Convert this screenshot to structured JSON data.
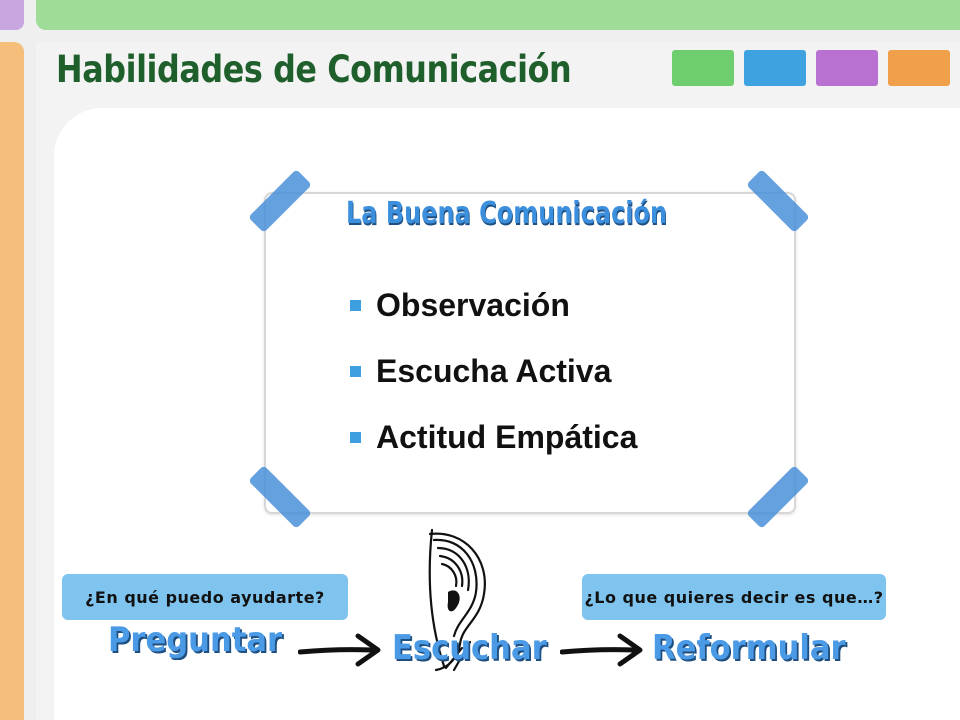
{
  "header": {
    "title": "Habilidades de Comunicación",
    "swatches": [
      {
        "name": "green",
        "color": "#6fcf6f"
      },
      {
        "name": "blue",
        "color": "#3ea2e0"
      },
      {
        "name": "purple",
        "color": "#b871d1"
      },
      {
        "name": "orange",
        "color": "#f09f4a"
      }
    ]
  },
  "note": {
    "title": "La Buena Comunicación",
    "items": [
      "Observación",
      "Escucha Activa",
      "Actitud Empática"
    ]
  },
  "flow": {
    "left_bubble": "¿En qué puedo ayudarte?",
    "right_bubble": "¿Lo que quieres decir es que…?",
    "steps": [
      "Preguntar",
      "Escuchar",
      "Reformular"
    ]
  },
  "theme": {
    "accent": "#3c8fdc",
    "title_color": "#1f5f2c",
    "bubble_color": "#7ec4ee"
  }
}
